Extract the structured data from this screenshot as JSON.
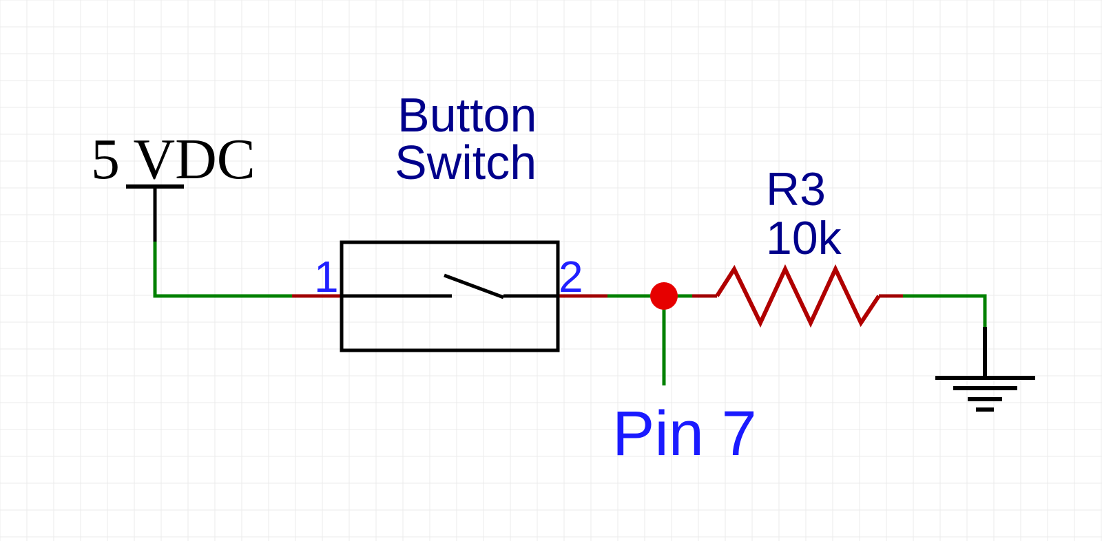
{
  "power": {
    "label": "5 VDC"
  },
  "switch": {
    "name_line1": "Button",
    "name_line2": "Switch",
    "pin1": "1",
    "pin2": "2"
  },
  "resistor": {
    "designator": "R3",
    "value": "10k"
  },
  "net": {
    "label": "Pin 7"
  },
  "colors": {
    "background": "#ffffff",
    "grid": "#ebebeb",
    "wire": "#008000",
    "pin": "#a00000",
    "symbol": "#000000",
    "resistor": "#b00000",
    "junction": "#e60000",
    "component_text": "#00008b",
    "pin_number_text": "#2020ff",
    "net_label_text": "#1a1aff"
  }
}
